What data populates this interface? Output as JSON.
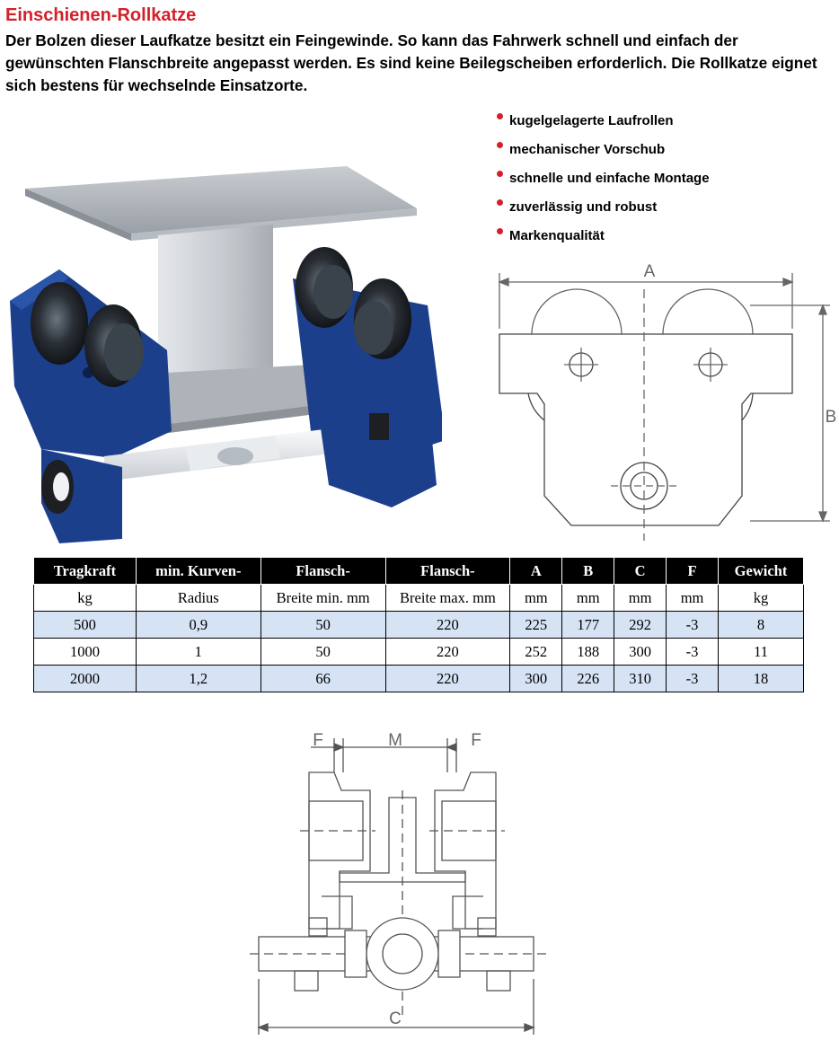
{
  "title": "Einschienen-Rollkatze",
  "intro": "Der Bolzen dieser Laufkatze besitzt ein Feingewinde. So kann das Fahrwerk schnell und einfach der gewünschten Flanschbreite angepasst werden. Es sind keine Beilegscheiben erforderlich. Die Rollkatze eignet sich bestens für wechselnde Einsatzorte.",
  "features": [
    "kugelgelagerte Laufrollen",
    "mechanischer Vorschub",
    "schnelle und einfache Montage",
    "zuverlässig und robust",
    "Markenqualität"
  ],
  "diagram_top": {
    "label_a": "A",
    "label_b": "B"
  },
  "diagram_bottom": {
    "label_f_left": "F",
    "label_m": "M",
    "label_f_right": "F",
    "label_c": "C"
  },
  "table": {
    "headers": [
      "Tragkraft",
      "min. Kurven-",
      "Flansch-",
      "Flansch-",
      "A",
      "B",
      "C",
      "F",
      "Gewicht"
    ],
    "units": [
      "kg",
      "Radius",
      "Breite min. mm",
      "Breite max. mm",
      "mm",
      "mm",
      "mm",
      "mm",
      "kg"
    ],
    "rows": [
      [
        "500",
        "0,9",
        "50",
        "220",
        "225",
        "177",
        "292",
        "-3",
        "8"
      ],
      [
        "1000",
        "1",
        "50",
        "220",
        "252",
        "188",
        "300",
        "-3",
        "11"
      ],
      [
        "2000",
        "1,2",
        "66",
        "220",
        "300",
        "226",
        "310",
        "-3",
        "18"
      ]
    ]
  },
  "colors": {
    "title": "#d4202a",
    "bullet": "#d4202a",
    "frame_blue": "#1c3f8c",
    "table_header": "#000000",
    "row_alt": "#d6e3f4"
  }
}
